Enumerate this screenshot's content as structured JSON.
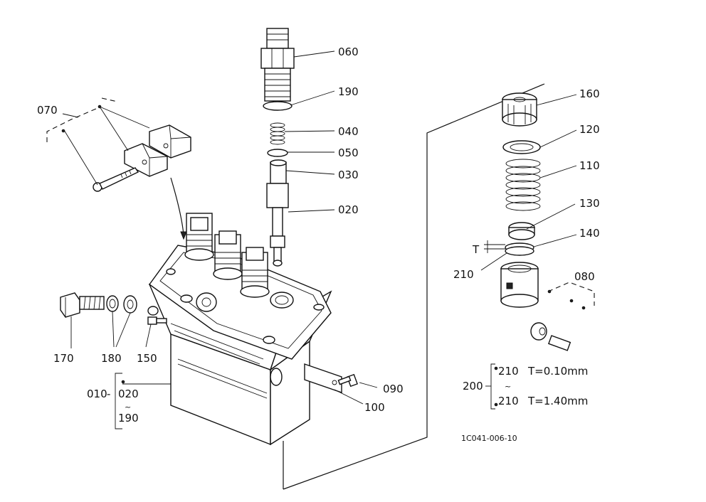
{
  "parts": {
    "p060": "060",
    "p190": "190",
    "p040": "040",
    "p050": "050",
    "p030": "030",
    "p020": "020",
    "p070": "070",
    "p160": "160",
    "p120": "120",
    "p110": "110",
    "p130": "130",
    "p140": "140",
    "p210": "210",
    "p080": "080",
    "p170": "170",
    "p180": "180",
    "p150": "150",
    "p090": "090",
    "p100": "100"
  },
  "shim_gauge_label": "T",
  "assembly_range": {
    "from": "010",
    "to_start": "020",
    "tilde": "~",
    "to_end": "190"
  },
  "shim_range": {
    "group": "200",
    "first_part": "210",
    "first_value": "T=0.10mm",
    "tilde": "~",
    "last_part": "210",
    "last_value": "T=1.40mm"
  },
  "drawing_number": "1C041-006-10"
}
